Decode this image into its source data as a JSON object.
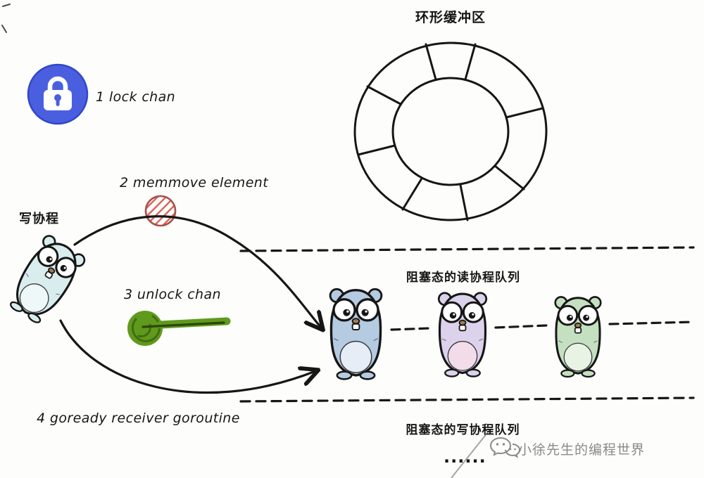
{
  "labels": {
    "ring_title": "环形缓冲区",
    "writer": "写协程",
    "read_queue": "阻塞态的读协程队列",
    "write_queue": "阻塞态的写协程队列",
    "ellipsis": "......"
  },
  "steps": {
    "s1": "1 lock chan",
    "s2": "2 memmove element",
    "s3": "3 unlock chan",
    "s4": "4 goready receiver goroutine"
  },
  "watermark": {
    "text": "小徐先生的编程世界"
  },
  "colors": {
    "ink": "#161616",
    "lock_badge": "#4a5fe0",
    "lock_badge_edge": "#3346c8",
    "key_green": "#5f9a1c",
    "key_dark": "#2c4709",
    "hatch_red": "#d8655c",
    "hatch_ring": "#a8524a",
    "writer_body": "#d9edee",
    "writer_belly": "#eef8f8",
    "g1_body": "#b5cbe2",
    "g1_belly": "#e6edf6",
    "g2_body": "#dcd2eb",
    "g2_belly": "#f3dcea",
    "g3_body": "#c4e0c0",
    "g3_belly": "#e8f3e3",
    "watermark_gray": "#8a8a8a"
  }
}
